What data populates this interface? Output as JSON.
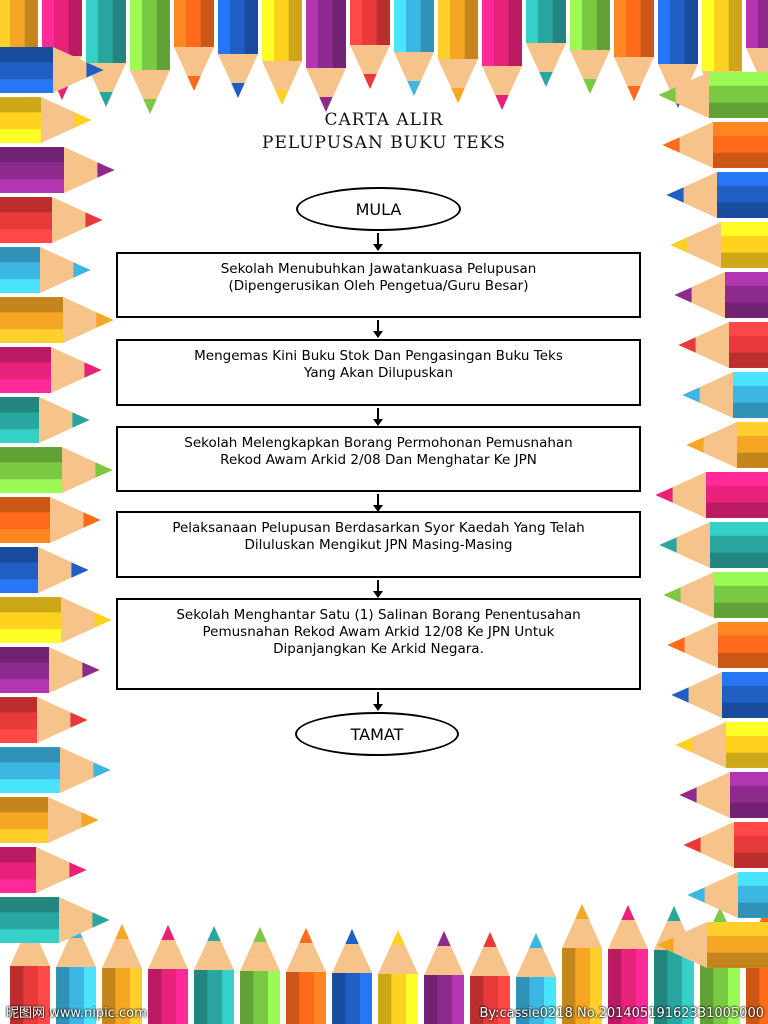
{
  "title": {
    "line1": "CARTA ALIR",
    "line2": "PELUPUSAN BUKU TEKS"
  },
  "start": "MULA",
  "end": "TAMAT",
  "steps": [
    [
      "Sekolah Menubuhkan Jawatankuasa Pelupusan",
      "(Dipengerusikan Oleh Pengetua/Guru Besar)"
    ],
    [
      "Mengemas Kini Buku Stok Dan Pengasingan Buku Teks",
      "Yang Akan Dilupuskan"
    ],
    [
      "Sekolah Melengkapkan Borang Permohonan Pemusnahan",
      "Rekod Awam Arkid 2/08 Dan Menghatar Ke JPN"
    ],
    [
      "Pelaksanaan Pelupusan Berdasarkan Syor Kaedah Yang Telah",
      "Diluluskan Mengikut JPN Masing-Masing"
    ],
    [
      "Sekolah Menghantar Satu (1) Salinan Borang Penentusahan",
      "Pemusnahan Rekod Awam Arkid 12/08 Ke JPN Untuk",
      "Dipanjangkan Ke Arkid Negara."
    ]
  ],
  "watermark": {
    "left": "昵图网 www.nipic.com",
    "right": "By:cassie0218 No.20140519162331005000"
  },
  "pencil_colors": [
    "#f5a623",
    "#e8217a",
    "#2aa6a0",
    "#7ac943",
    "#ff6b1a",
    "#1f5fc4",
    "#ffd21f",
    "#8e2a8e",
    "#e83a3a",
    "#3cb6e3"
  ]
}
